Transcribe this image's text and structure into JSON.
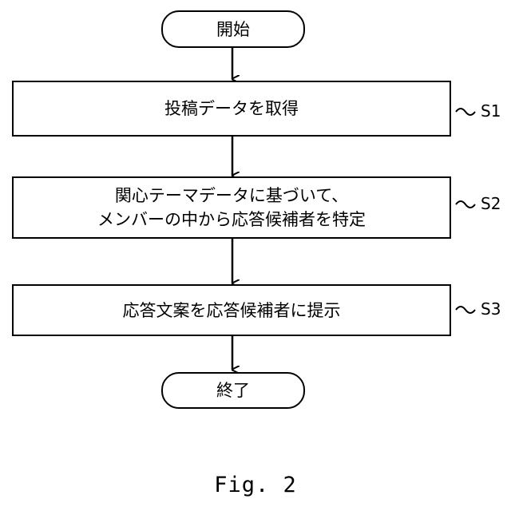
{
  "flowchart": {
    "start": "開始",
    "steps": [
      {
        "text": [
          "投稿データを取得"
        ],
        "label": "S1"
      },
      {
        "text": [
          "関心テーマデータに基づいて、",
          "メンバーの中から応答候補者を特定"
        ],
        "label": "S2"
      },
      {
        "text": [
          "応答文案を応答候補者に提示"
        ],
        "label": "S3"
      }
    ],
    "end": "終了"
  },
  "figure_caption": "Fig. 2"
}
